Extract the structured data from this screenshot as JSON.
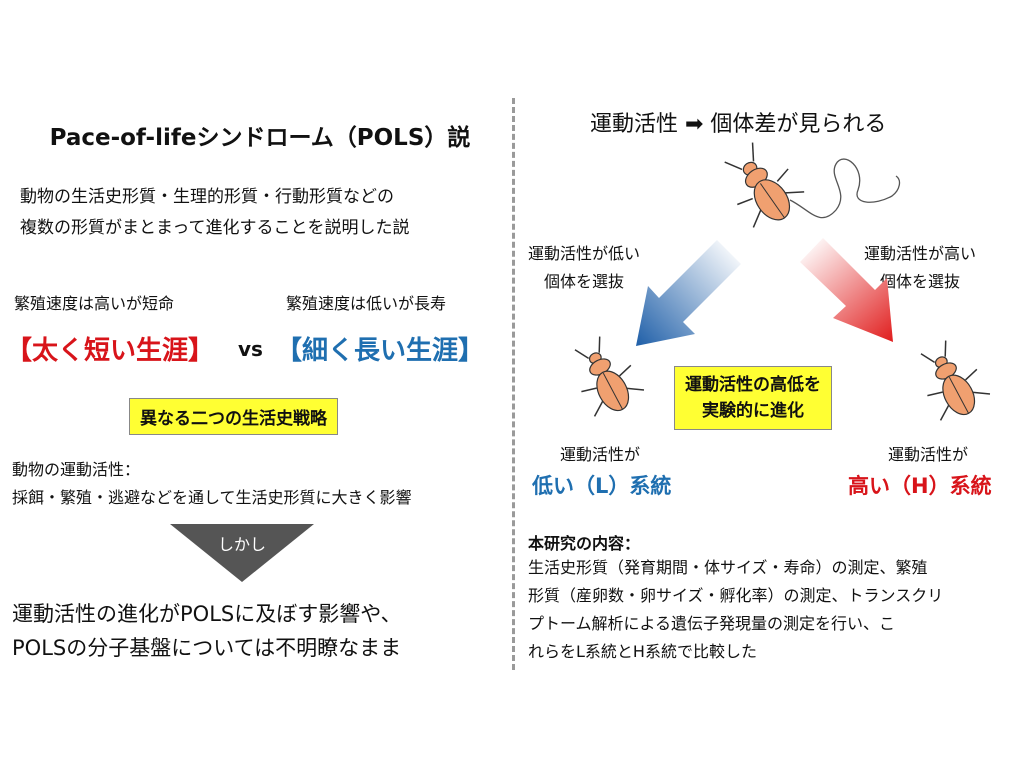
{
  "left": {
    "title": "Pace-of-lifeシンドローム（POLS）説",
    "definition": [
      "動物の生活史形質・生理的形質・行動形質などの",
      "複数の形質がまとまって進化することを説明した説"
    ],
    "short_life_caption": "繁殖速度は高いが短命",
    "long_life_caption": "繁殖速度は低いが長寿",
    "short_life_label": "【太く短い生涯】",
    "vs": "vs",
    "long_life_label": "【細く長い生涯】",
    "strategy_box": "異なる二つの生活史戦略",
    "activity_lines": [
      "動物の運動活性：",
      "採餌・繁殖・逃避などを通して生活史形質に大きく影響"
    ],
    "however": "しかし",
    "conclusion_lines": [
      "運動活性の進化がPOLSに及ぼす影響や、",
      "POLSの分子基盤については不明瞭なまま"
    ]
  },
  "right": {
    "title": "運動活性 ➡ 個体差が見られる",
    "low_select": [
      "運動活性が低い",
      "個体を選抜"
    ],
    "high_select": [
      "運動活性が高い",
      "個体を選抜"
    ],
    "center_box": [
      "運動活性の高低を",
      "実験的に進化"
    ],
    "low_line_caption": "運動活性が",
    "low_line_name": "低い（L）系統",
    "high_line_caption": "運動活性が",
    "high_line_name": "高い（H）系統",
    "study_heading": "本研究の内容：",
    "study_lines": [
      "生活史形質（発育期間・体サイズ・寿命）の測定、繁殖",
      "形質（産卵数・卵サイズ・孵化率）の測定、トランスクリ",
      "プトーム解析による遺伝子発現量の測定を行い、こ",
      "れらをL系統とH系統で比較した"
    ]
  },
  "colors": {
    "red": "#d8141a",
    "blue": "#1f6fb0",
    "yellow": "#ffff33",
    "beetle": "#f0a070"
  }
}
